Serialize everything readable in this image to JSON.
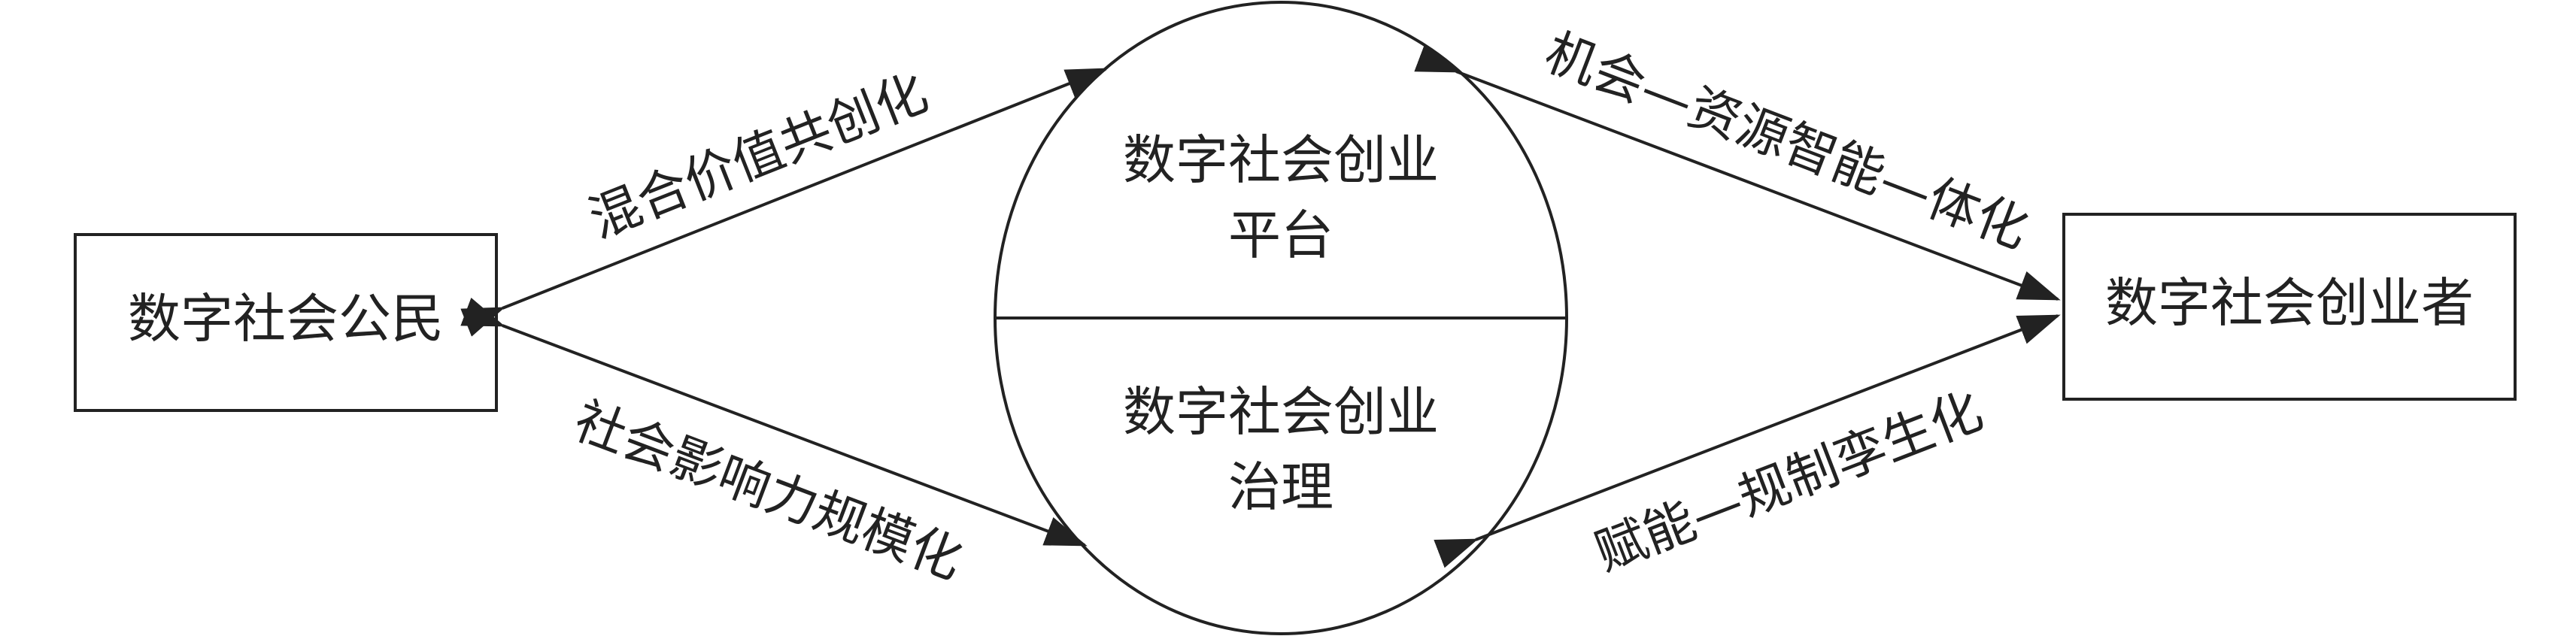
{
  "nodes": {
    "citizen": {
      "label": "数字社会公民"
    },
    "entrepreneur": {
      "label": "数字社会创业者"
    },
    "platform": {
      "line1": "数字社会创业",
      "line2": "平台"
    },
    "governance": {
      "line1": "数字社会创业",
      "line2": "治理"
    }
  },
  "edges": {
    "value_cocreation": "混合价值共创化",
    "social_impact": "社会影响力规模化",
    "opportunity_resource": "机会—资源智能—体化",
    "empower_regulate": "赋能—规制孪生化"
  },
  "colors": {
    "stroke": "#222222",
    "text": "#222222",
    "background": "#ffffff"
  }
}
